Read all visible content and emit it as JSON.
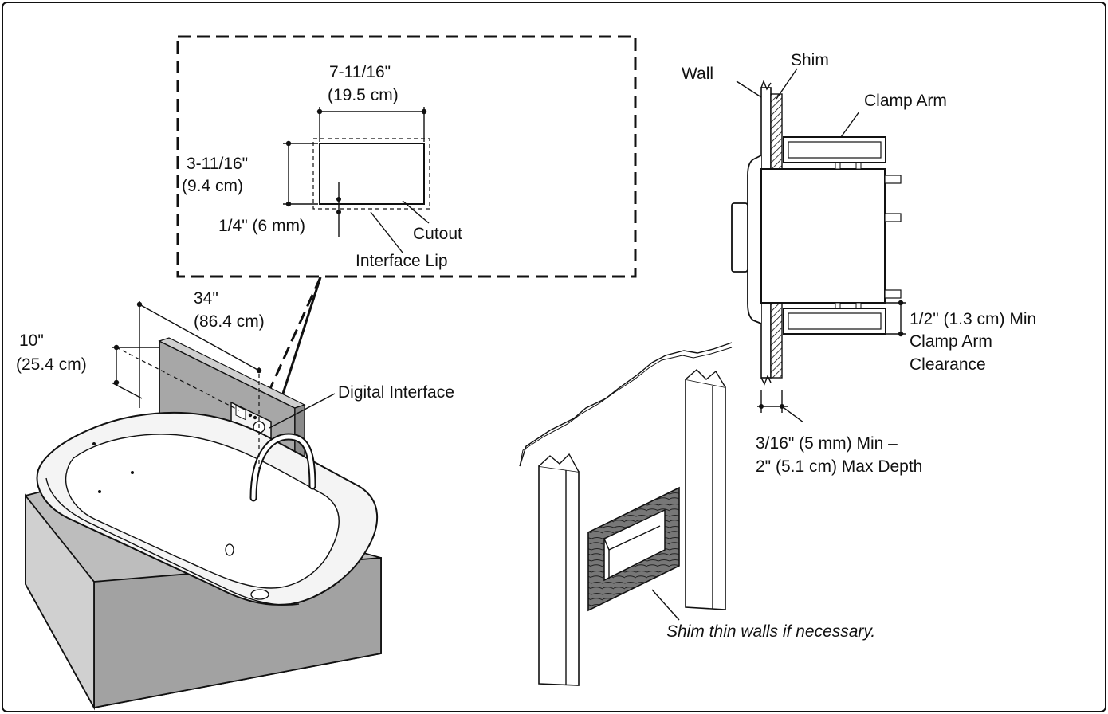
{
  "detail": {
    "width_in": "7-11/16\"",
    "width_cm": "(19.5 cm)",
    "height_in": "3-11/16\"",
    "height_cm": "(9.4 cm)",
    "lip_offset": "1/4\" (6 mm)",
    "cutout": "Cutout",
    "interface_lip": "Interface Lip"
  },
  "bath": {
    "length_in": "34\"",
    "length_cm": "(86.4 cm)",
    "height_in": "10\"",
    "height_cm": "(25.4 cm)",
    "digital_interface": "Digital Interface"
  },
  "section": {
    "wall": "Wall",
    "shim": "Shim",
    "clamp_arm": "Clamp Arm",
    "clearance_1": "1/2\" (1.3 cm) Min",
    "clearance_2": "Clamp Arm",
    "clearance_3": "Clearance",
    "depth_1": "3/16\" (5 mm) Min –",
    "depth_2": "2\" (5.1 cm) Max Depth"
  },
  "framing": {
    "note": "Shim thin walls if necessary."
  }
}
